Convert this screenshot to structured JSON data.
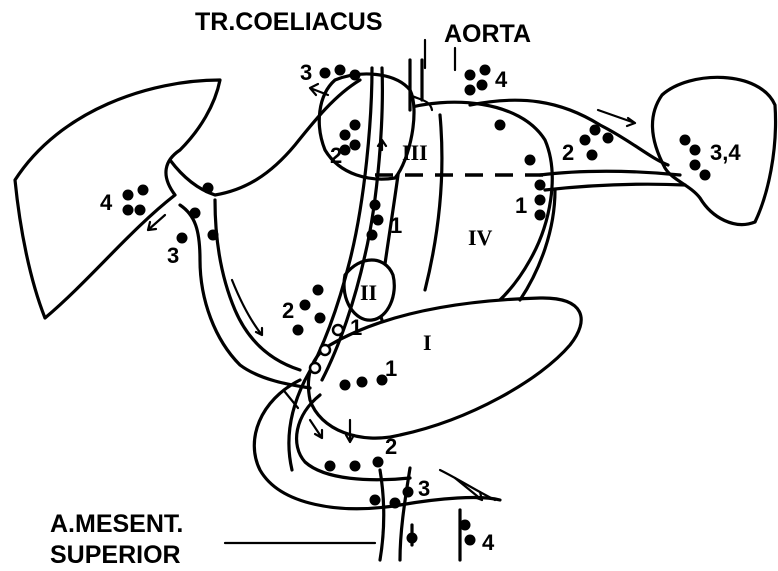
{
  "labels": {
    "coeliac_trunk": "TR.COELIACUS",
    "aorta": "AORTA",
    "sma_line1": "A.MESENT.",
    "sma_line2": "SUPERIOR"
  },
  "node_groups": {
    "g3_top": "3",
    "g4_aorta": "4",
    "g2_left_gastric": "2",
    "g1_lesser_curve": "1",
    "g4_liver": "4",
    "g3_left": "3",
    "g2_pyloric": "2",
    "g1_duodenal": "1",
    "g1_pancreas_head": "1",
    "g2_lower": "2",
    "g3_lower": "3",
    "g4_lower": "4",
    "g2_splenic": "2",
    "g34_spleen": "3,4",
    "g1_right": "1"
  },
  "zones": {
    "z1": "I",
    "z2": "II",
    "z3": "III",
    "z4": "IV"
  }
}
